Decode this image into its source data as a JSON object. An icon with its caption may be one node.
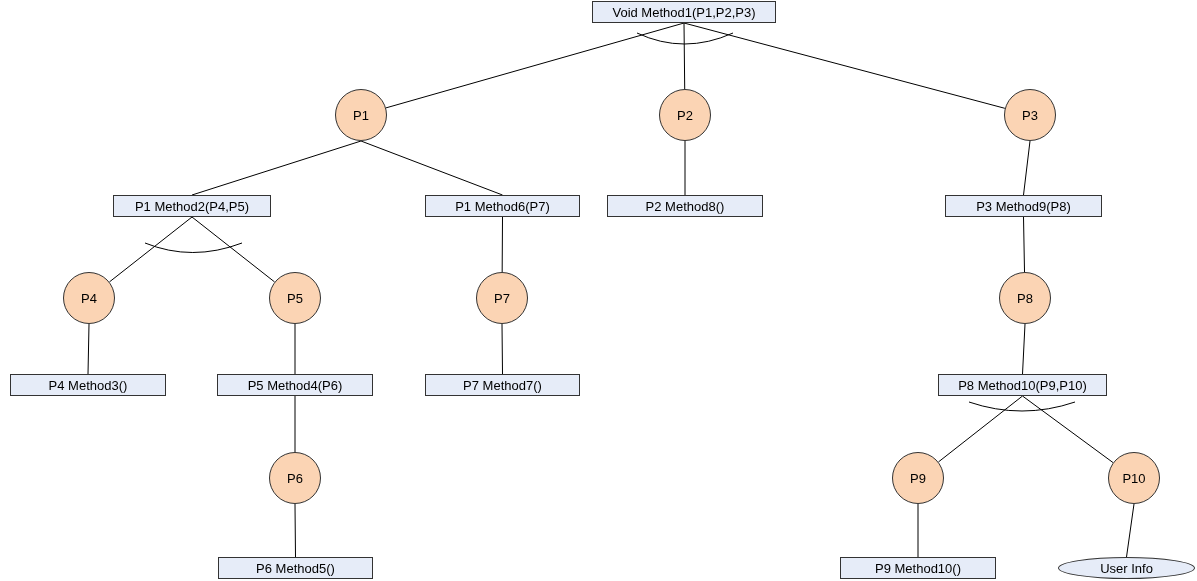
{
  "diagram": {
    "nodes": [
      {
        "text": [
          "Void Method1(P1,P2,P3)"
        ]
      },
      {
        "text": [
          "P1"
        ]
      },
      {
        "text": [
          "P2"
        ]
      },
      {
        "text": [
          "P3"
        ]
      },
      {
        "text": [
          "P1 Method2(P4,P5)"
        ]
      },
      {
        "text": [
          "P1 Method6(P7)"
        ]
      },
      {
        "text": [
          "P2 Method8()"
        ]
      },
      {
        "text": [
          "P3 Method9(P8)"
        ]
      },
      {
        "text": [
          "P4"
        ]
      },
      {
        "text": [
          "P5"
        ]
      },
      {
        "text": [
          "P7"
        ]
      },
      {
        "text": [
          "P8"
        ]
      },
      {
        "text": [
          "P4 Method3()"
        ]
      },
      {
        "text": [
          "P5 Method4(P6)"
        ]
      },
      {
        "text": [
          "P7 Method7()"
        ]
      },
      {
        "text": [
          "P8 Method10(P9,P10)"
        ]
      },
      {
        "text": [
          "P6"
        ]
      },
      {
        "text": [
          "P9"
        ]
      },
      {
        "text": [
          "P10"
        ]
      },
      {
        "text": [
          "P6 Method5()"
        ]
      },
      {
        "text": [
          "P9 Method10()"
        ]
      },
      {
        "text": [
          "User Info"
        ]
      }
    ],
    "edges": [
      {
        "from": 0,
        "to": 1,
        "arrow": "none"
      },
      {
        "from": 0,
        "to": 2,
        "arrow": "none"
      },
      {
        "from": 0,
        "to": 3,
        "arrow": "none"
      },
      {
        "from": 1,
        "to": 4,
        "arrow": "none"
      },
      {
        "from": 1,
        "to": 5,
        "arrow": "none"
      },
      {
        "from": 2,
        "to": 6,
        "arrow": "none"
      },
      {
        "from": 3,
        "to": 7,
        "arrow": "none"
      },
      {
        "from": 4,
        "to": 8,
        "arrow": "none"
      },
      {
        "from": 4,
        "to": 9,
        "arrow": "none"
      },
      {
        "from": 5,
        "to": 10,
        "arrow": "none"
      },
      {
        "from": 7,
        "to": 11,
        "arrow": "none"
      },
      {
        "from": 8,
        "to": 12,
        "arrow": "none"
      },
      {
        "from": 9,
        "to": 13,
        "arrow": "none"
      },
      {
        "from": 10,
        "to": 14,
        "arrow": "none"
      },
      {
        "from": 11,
        "to": 15,
        "arrow": "none"
      },
      {
        "from": 13,
        "to": 16,
        "arrow": "none"
      },
      {
        "from": 15,
        "to": 17,
        "arrow": "none"
      },
      {
        "from": 15,
        "to": 18,
        "arrow": "none"
      },
      {
        "from": 16,
        "to": 19,
        "arrow": "none"
      },
      {
        "from": 17,
        "to": 20,
        "arrow": "none"
      },
      {
        "from": 18,
        "to": 21,
        "arrow": "none"
      }
    ]
  }
}
